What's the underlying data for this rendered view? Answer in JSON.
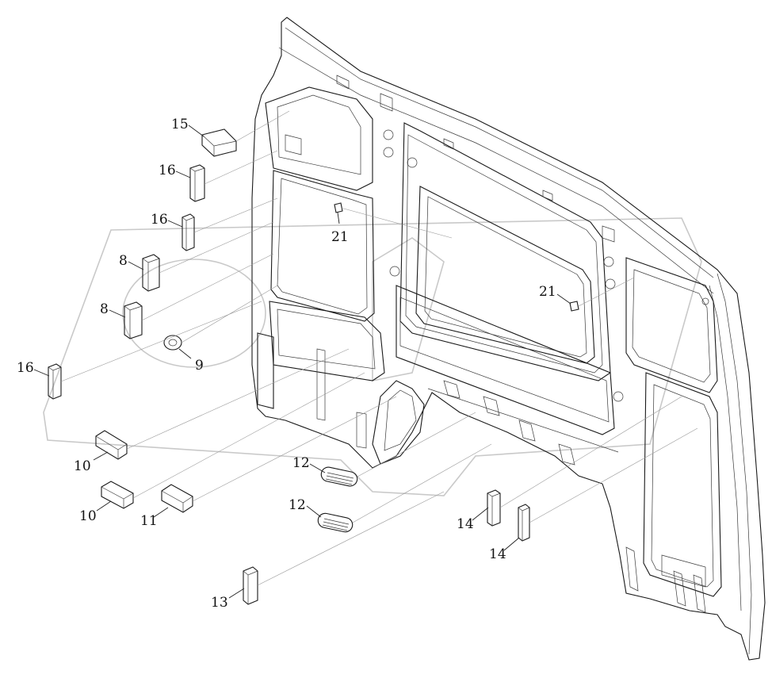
{
  "callouts": {
    "c15": "15",
    "c16a": "16",
    "c16b": "16",
    "c16c": "16",
    "c8a": "8",
    "c8b": "8",
    "c9": "9",
    "c10a": "10",
    "c10b": "10",
    "c11": "11",
    "c12a": "12",
    "c12b": "12",
    "c13": "13",
    "c14a": "14",
    "c14b": "14",
    "c21a": "21",
    "c21b": "21"
  },
  "colors": {
    "line": "#1a1a1a",
    "watermark": "#c9c9c9",
    "background": "#ffffff"
  }
}
